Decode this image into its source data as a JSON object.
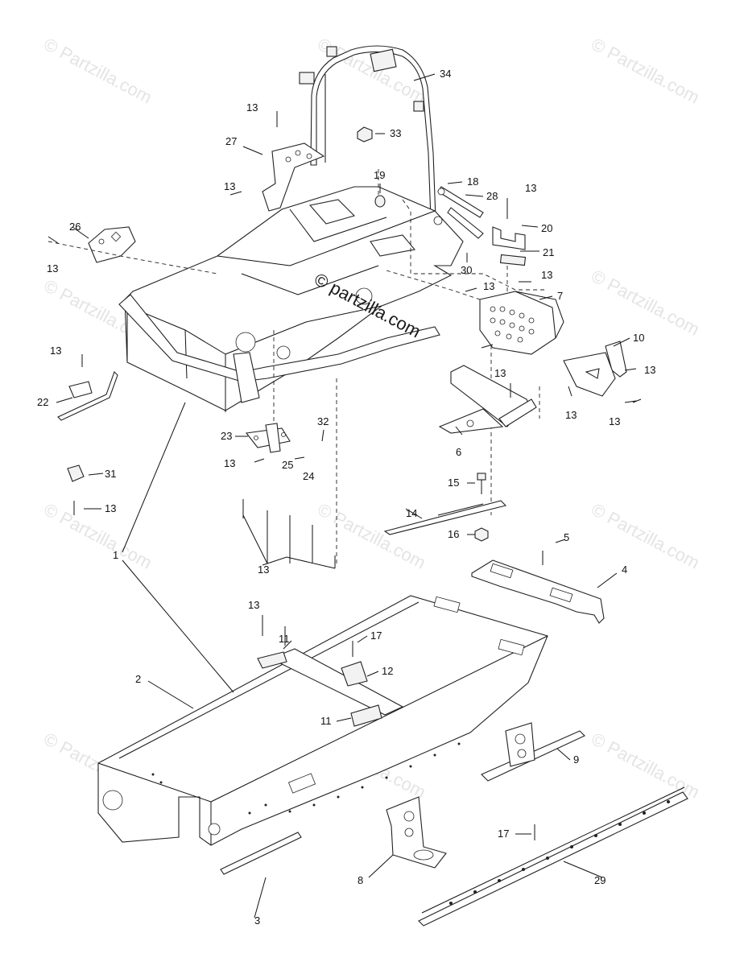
{
  "watermark": {
    "text": "© Partzilla.com",
    "center_text": "© partzilla.com"
  },
  "callouts": {
    "c1": "1",
    "c2": "2",
    "c3": "3",
    "c4": "4",
    "c5": "5",
    "c6": "6",
    "c7": "7",
    "c8": "8",
    "c9": "9",
    "c10": "10",
    "c11a": "11",
    "c11b": "11",
    "c12": "12",
    "c13_top": "13",
    "c13_27": "13",
    "c13_26": "13",
    "c13_right1": "13",
    "c13_right2": "13",
    "c13_right3": "13",
    "c13_mid1": "13",
    "c13_mid2": "13",
    "c13_rightlow": "13",
    "c13_22": "13",
    "c13_23": "13",
    "c13_31": "13",
    "c13_group": "13",
    "c13_lower": "13",
    "c14": "14",
    "c15": "15",
    "c16": "16",
    "c17a": "17",
    "c17b": "17",
    "c18": "18",
    "c19": "19",
    "c20": "20",
    "c21": "21",
    "c22": "22",
    "c23": "23",
    "c24": "24",
    "c25": "25",
    "c26": "26",
    "c27": "27",
    "c28": "28",
    "c29": "29",
    "c30": "30",
    "c31": "31",
    "c32": "32",
    "c33": "33",
    "c34": "34"
  }
}
